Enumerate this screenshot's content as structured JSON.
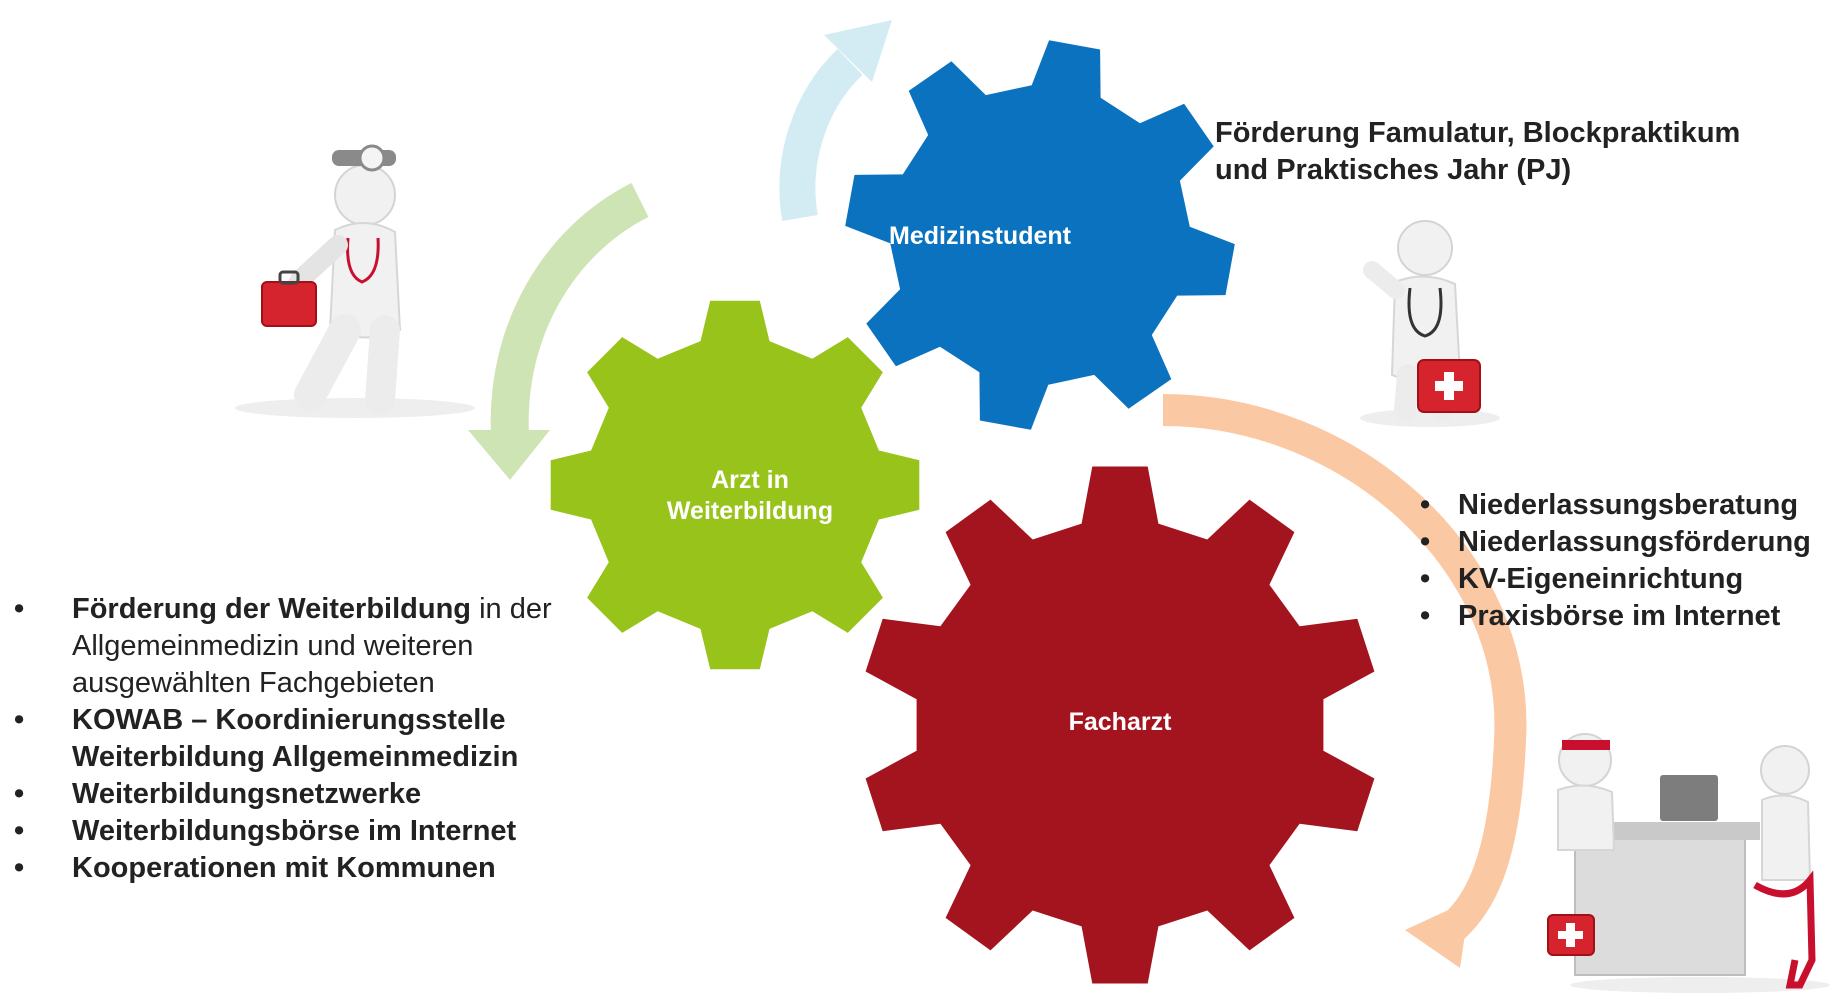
{
  "gears": {
    "student": {
      "label": "Medizinstudent",
      "color": "#0b72bf"
    },
    "trainee": {
      "label_line1": "Arzt in",
      "label_line2": "Weiterbildung",
      "color": "#98c31a"
    },
    "specialist": {
      "label": "Facharzt",
      "color": "#a4141f"
    }
  },
  "arrows": {
    "blue": "#d3ecf3",
    "green": "#cfe4b4",
    "orange": "#fbc8a4"
  },
  "student_info": {
    "line1": "Förderung Famulatur, Blockpraktikum",
    "line2": "und Praktisches Jahr (PJ)"
  },
  "specialist_list": [
    "Niederlassungsberatung",
    "Niederlassungsförderung",
    "KV-Eigeneinrichtung",
    "Praxisbörse im Internet"
  ],
  "trainee_list": {
    "bullet": "•",
    "item1_bold": "Förderung der Weiterbildung",
    "item1_rest_a": " in der",
    "item1_rest_b": "Allgemeinmedizin und weiteren",
    "item1_rest_c": "ausgewählten Fachgebieten",
    "item2_line1": "KOWAB – Koordinierungsstelle",
    "item2_line2": "Weiterbildung Allgemeinmedizin",
    "item3": "Weiterbildungsnetzwerke",
    "item4": "Weiterbildungsbörse im Internet",
    "item5": "Kooperationen mit Kommunen"
  }
}
